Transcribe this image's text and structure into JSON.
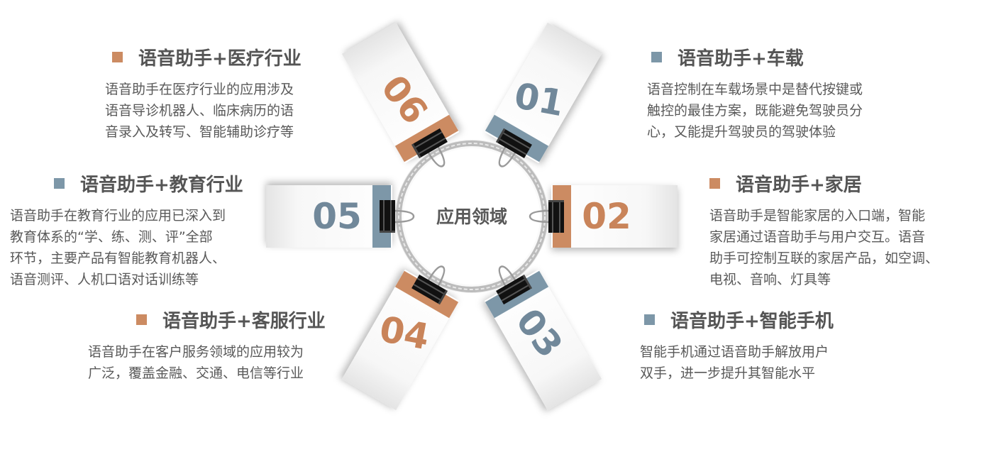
{
  "center_label": "应用领域",
  "colors": {
    "orange": "#cc8b62",
    "blue": "#7d97a8",
    "number_orange": "#c9845a",
    "number_blue": "#71889a"
  },
  "items": [
    {
      "number": "01",
      "title": "语音助手+车载",
      "accent": "blue",
      "lines": [
        "语音控制在车载场景中是替代按键或",
        "触控的最佳方案，既能避免驾驶员分",
        "心，又能提升驾驶员的驾驶体验"
      ]
    },
    {
      "number": "02",
      "title": "语音助手+家居",
      "accent": "orange",
      "lines": [
        "语音助手是智能家居的入口端，智能",
        "家居通过语音助手与用户交互。语音",
        "助手可控制互联的家居产品，如空调、",
        "电视、音响、灯具等"
      ]
    },
    {
      "number": "03",
      "title": "语音助手+智能手机",
      "accent": "blue",
      "lines": [
        "智能手机通过语音助手解放用户",
        "双手，进一步提升其智能水平"
      ]
    },
    {
      "number": "04",
      "title": "语音助手+客服行业",
      "accent": "orange",
      "lines": [
        "语音助手在客户服务领域的应用较为",
        "广泛，覆盖金融、交通、电信等行业"
      ]
    },
    {
      "number": "05",
      "title": "语音助手+教育行业",
      "accent": "blue",
      "lines": [
        "语音助手在教育行业的应用已深入到",
        "教育体系的“学、练、测、评”全部",
        "环节，主要产品有智能教育机器人、",
        "语音测评、人机口语对话训练等"
      ]
    },
    {
      "number": "06",
      "title": "语音助手+医疗行业",
      "accent": "orange",
      "lines": [
        "语音助手在医疗行业的应用涉及",
        "语音导诊机器人、临床病历的语",
        "音录入及转写、智能辅助诊疗等"
      ]
    }
  ]
}
